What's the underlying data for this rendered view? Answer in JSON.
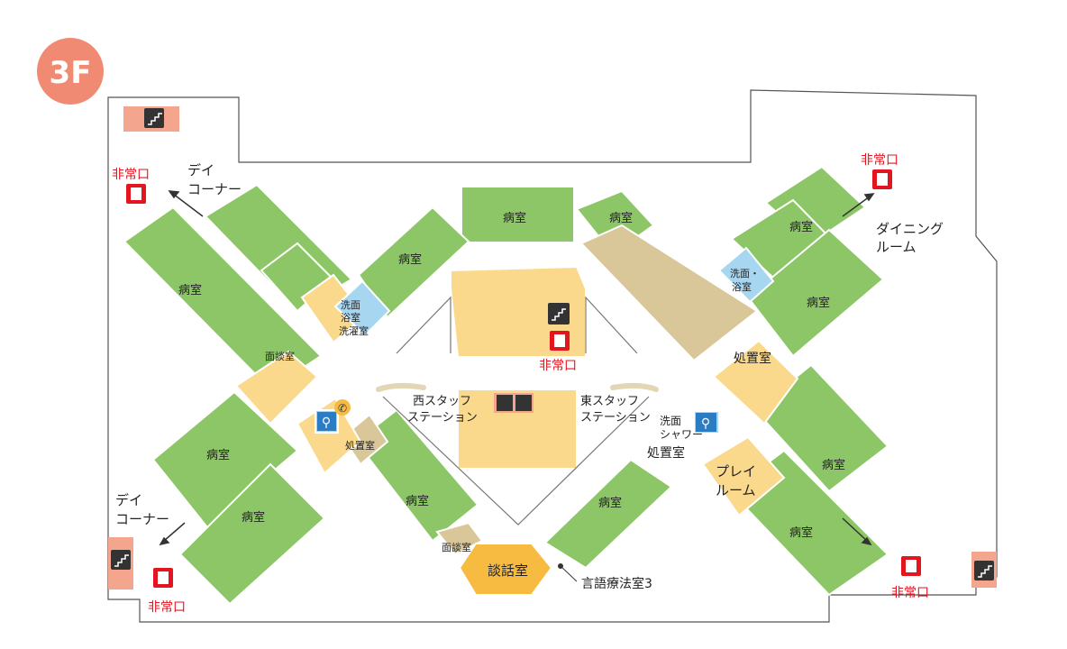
{
  "floor": {
    "label": "3F",
    "badge_color": "#f08a72"
  },
  "colors": {
    "ward_room": "#8cc666",
    "staff_area": "#fbd98c",
    "utility": "#d9c79a",
    "wash": "#a7d6f1",
    "talk_room": "#f7bb42",
    "stairs": "#f3a58d",
    "exit_red": "#e3151f"
  },
  "labels": {
    "ward": "病室",
    "emergency_exit": "非常口",
    "day_corner_1": "デイ",
    "day_corner_2": "コーナー",
    "dining_1": "ダイニング",
    "dining_2": "ルーム",
    "wash_bath_1": "洗面・",
    "wash_bath_2": "浴室",
    "wash_laundry_1": "洗面",
    "wash_laundry_2": "浴室",
    "wash_laundry_3": "洗濯室",
    "interview": "面談室",
    "treatment": "処置室",
    "west_station_1": "西スタッフ",
    "west_station_2": "ステーション",
    "east_station_1": "東スタッフ",
    "east_station_2": "ステーション",
    "wash_shower_1": "洗面",
    "wash_shower_2": "シャワー",
    "play_1": "プレイ",
    "play_2": "ルーム",
    "talk_room": "談話室",
    "speech_room": "言語療法室3"
  },
  "icons": [
    "stairs-icon",
    "emergency-exit-icon",
    "elevator-icon",
    "restroom-icon",
    "telephone-icon"
  ]
}
